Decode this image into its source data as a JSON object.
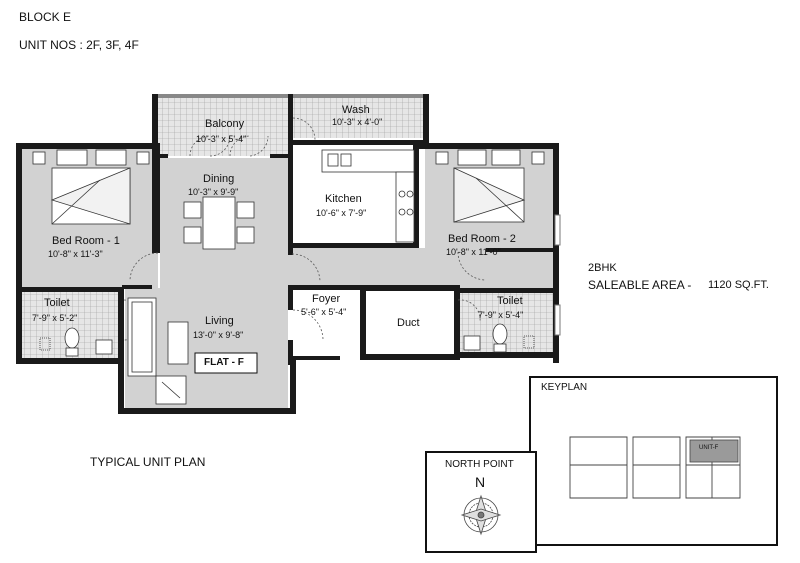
{
  "header": {
    "block": "BLOCK E",
    "unit_nos": "UNIT NOS : 2F, 3F, 4F"
  },
  "plan_title": "TYPICAL UNIT PLAN",
  "rooms": {
    "balcony": {
      "name": "Balcony",
      "size": "10'-3\" x 5'-4\""
    },
    "wash": {
      "name": "Wash",
      "size": "10'-3\" x 4'-0\""
    },
    "dining": {
      "name": "Dining",
      "size": "10'-3\" x 9'-9\""
    },
    "kitchen": {
      "name": "Kitchen",
      "size": "10'-6\" x 7'-9\""
    },
    "bed1": {
      "name": "Bed Room - 1",
      "size": "10'-8\" x 11'-3\""
    },
    "bed2": {
      "name": "Bed Room - 2",
      "size": "10'-8\" x 11'-0\""
    },
    "toilet1": {
      "name": "Toilet",
      "size": "7'-9\" x 5'-2\""
    },
    "toilet2": {
      "name": "Toilet",
      "size": "7'-9\" x 5'-4\""
    },
    "living": {
      "name": "Living",
      "size": "13'-0\" x 9'-8\""
    },
    "foyer": {
      "name": "Foyer",
      "size": "5'-6\" x 5'-4\""
    },
    "duct": {
      "name": "Duct"
    }
  },
  "flat_label": "FLAT - F",
  "info": {
    "type": "2BHK",
    "area_label": "SALEABLE AREA -",
    "area_value": "1120 SQ.FT."
  },
  "keyplan": {
    "title": "KEYPLAN",
    "unit_label": "UNIT-F"
  },
  "north": {
    "title": "NORTH POINT",
    "letter": "N"
  },
  "colors": {
    "wall": "#1a1a1a",
    "floor": "#d2d2d2",
    "grid_fill": "#e8e8e8",
    "grid_line": "#9a9a9a"
  }
}
